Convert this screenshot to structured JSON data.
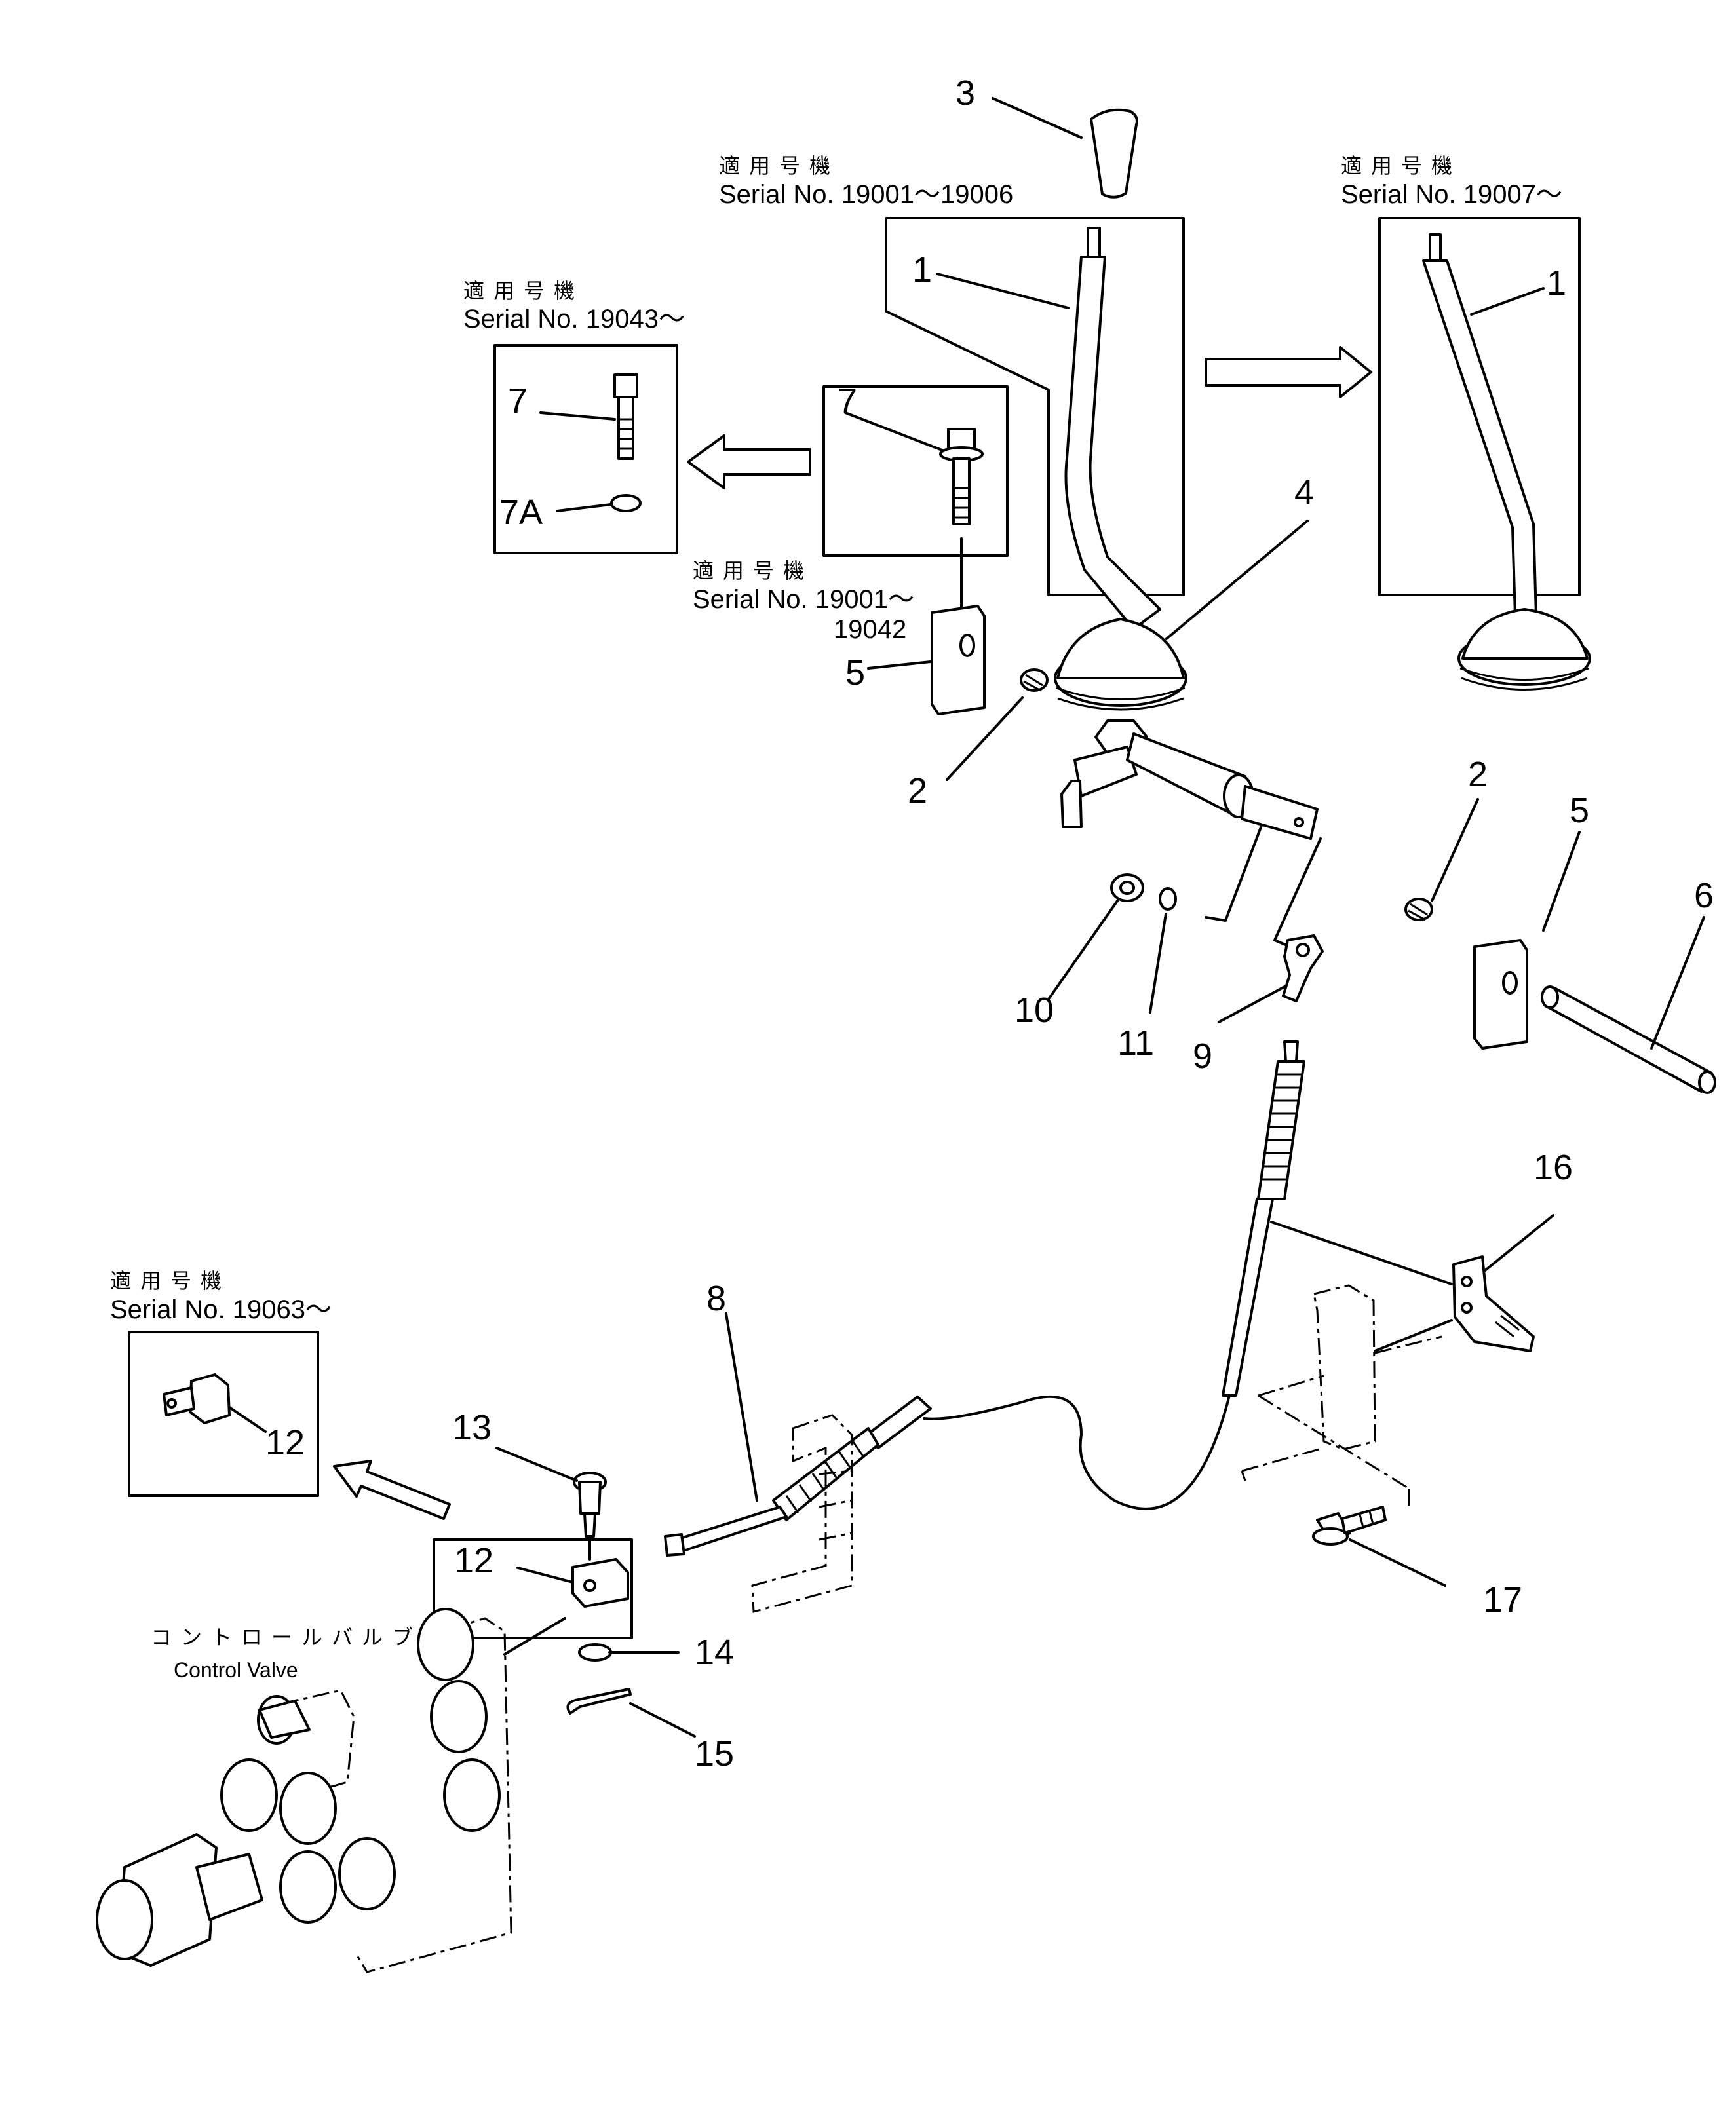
{
  "serial_notes": {
    "lever_early": {
      "jp": "適用号機",
      "serial": "Serial No. 19001～19006"
    },
    "lever_late": {
      "jp": "適用号機",
      "serial": "Serial No. 19007～"
    },
    "bolt_late": {
      "jp": "適用号機",
      "serial": "Serial No. 19043～"
    },
    "bolt_early": {
      "jp": "適用号機",
      "serial": "Serial No. 19001～",
      "serial_cont": "19042"
    },
    "joint_late": {
      "jp": "適用号機",
      "serial": "Serial No. 19063～"
    }
  },
  "control_valve": {
    "jp": "コントロールバルブ",
    "en": "Control Valve"
  },
  "callouts": {
    "p1a": "1",
    "p1b": "1",
    "p2a": "2",
    "p2b": "2",
    "p3": "3",
    "p4": "4",
    "p5a": "5",
    "p5b": "5",
    "p6": "6",
    "p7a": "7",
    "p7b": "7",
    "p7A": "7A",
    "p8": "8",
    "p9": "9",
    "p10": "10",
    "p11": "11",
    "p12a": "12",
    "p12b": "12",
    "p13": "13",
    "p14": "14",
    "p15": "15",
    "p16": "16",
    "p17": "17"
  }
}
